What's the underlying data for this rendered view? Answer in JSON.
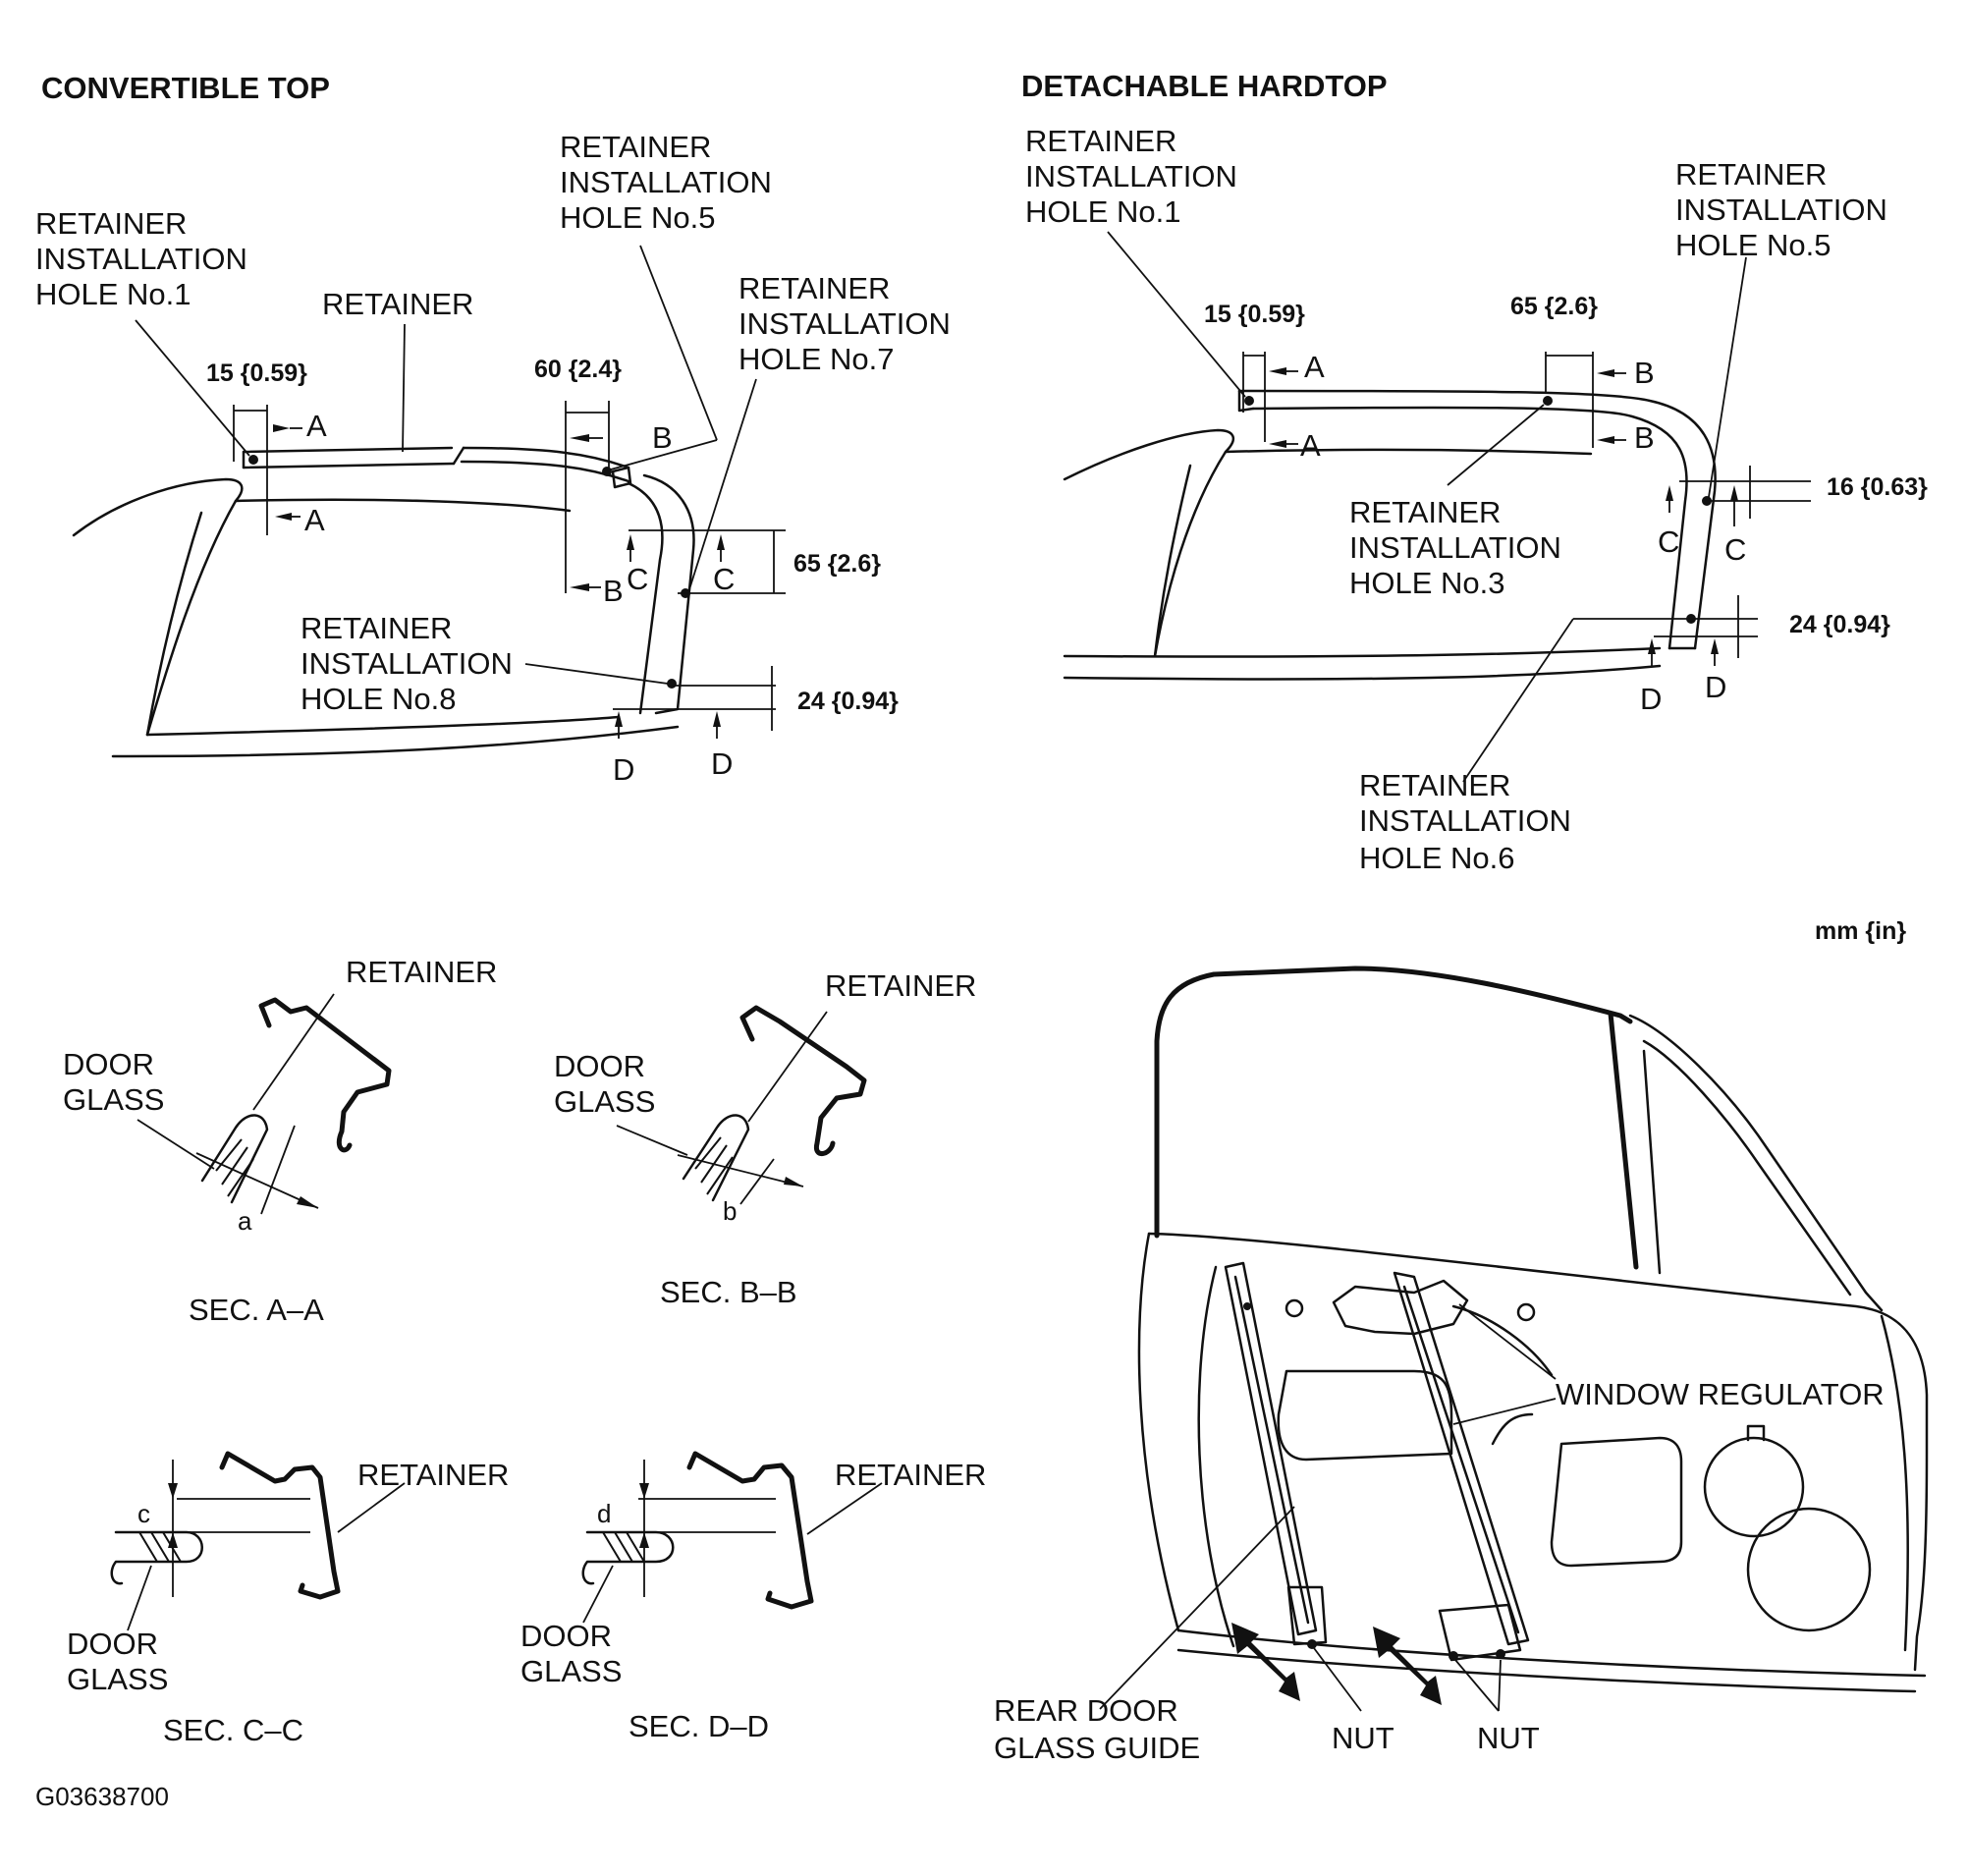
{
  "titles": {
    "convertible": "CONVERTIBLE TOP",
    "hardtop": "DETACHABLE HARDTOP"
  },
  "convertible": {
    "hole1": [
      "RETAINER",
      "INSTALLATION",
      "HOLE No.1"
    ],
    "retainer": "RETAINER",
    "hole5": [
      "RETAINER",
      "INSTALLATION",
      "HOLE No.5"
    ],
    "hole7": [
      "RETAINER",
      "INSTALLATION",
      "HOLE No.7"
    ],
    "hole8": [
      "RETAINER",
      "INSTALLATION",
      "HOLE No.8"
    ],
    "dim_a": "15 {0.59}",
    "dim_b": "60 {2.4}",
    "dim_c": "65 {2.6}",
    "dim_d": "24 {0.94}",
    "letters": {
      "a": "A",
      "b": "B",
      "c": "C",
      "d": "D"
    }
  },
  "hardtop": {
    "hole1": [
      "RETAINER",
      "INSTALLATION",
      "HOLE No.1"
    ],
    "hole5": [
      "RETAINER",
      "INSTALLATION",
      "HOLE No.5"
    ],
    "hole3": [
      "RETAINER",
      "INSTALLATION",
      "HOLE No.3"
    ],
    "hole6": [
      "RETAINER",
      "INSTALLATION",
      "HOLE No.6"
    ],
    "dim_a": "15 {0.59}",
    "dim_b": "65 {2.6}",
    "dim_c": "16 {0.63}",
    "dim_d": "24 {0.94}",
    "letters": {
      "a": "A",
      "b": "B",
      "c": "C",
      "d": "D"
    }
  },
  "units": "mm {in}",
  "sections": {
    "aa": {
      "title": "SEC. A–A",
      "retainer": "RETAINER",
      "glass": [
        "DOOR",
        "GLASS"
      ],
      "dim": "a"
    },
    "bb": {
      "title": "SEC. B–B",
      "retainer": "RETAINER",
      "glass": [
        "DOOR",
        "GLASS"
      ],
      "dim": "b"
    },
    "cc": {
      "title": "SEC. C–C",
      "retainer": "RETAINER",
      "glass": [
        "DOOR",
        "GLASS"
      ],
      "dim": "c"
    },
    "dd": {
      "title": "SEC. D–D",
      "retainer": "RETAINER",
      "glass": [
        "DOOR",
        "GLASS"
      ],
      "dim": "d"
    }
  },
  "door": {
    "window_regulator": "WINDOW REGULATOR",
    "rear_guide": [
      "REAR DOOR",
      "GLASS GUIDE"
    ],
    "nut_left": "NUT",
    "nut_right": "NUT"
  },
  "figure_id": "G03638700"
}
